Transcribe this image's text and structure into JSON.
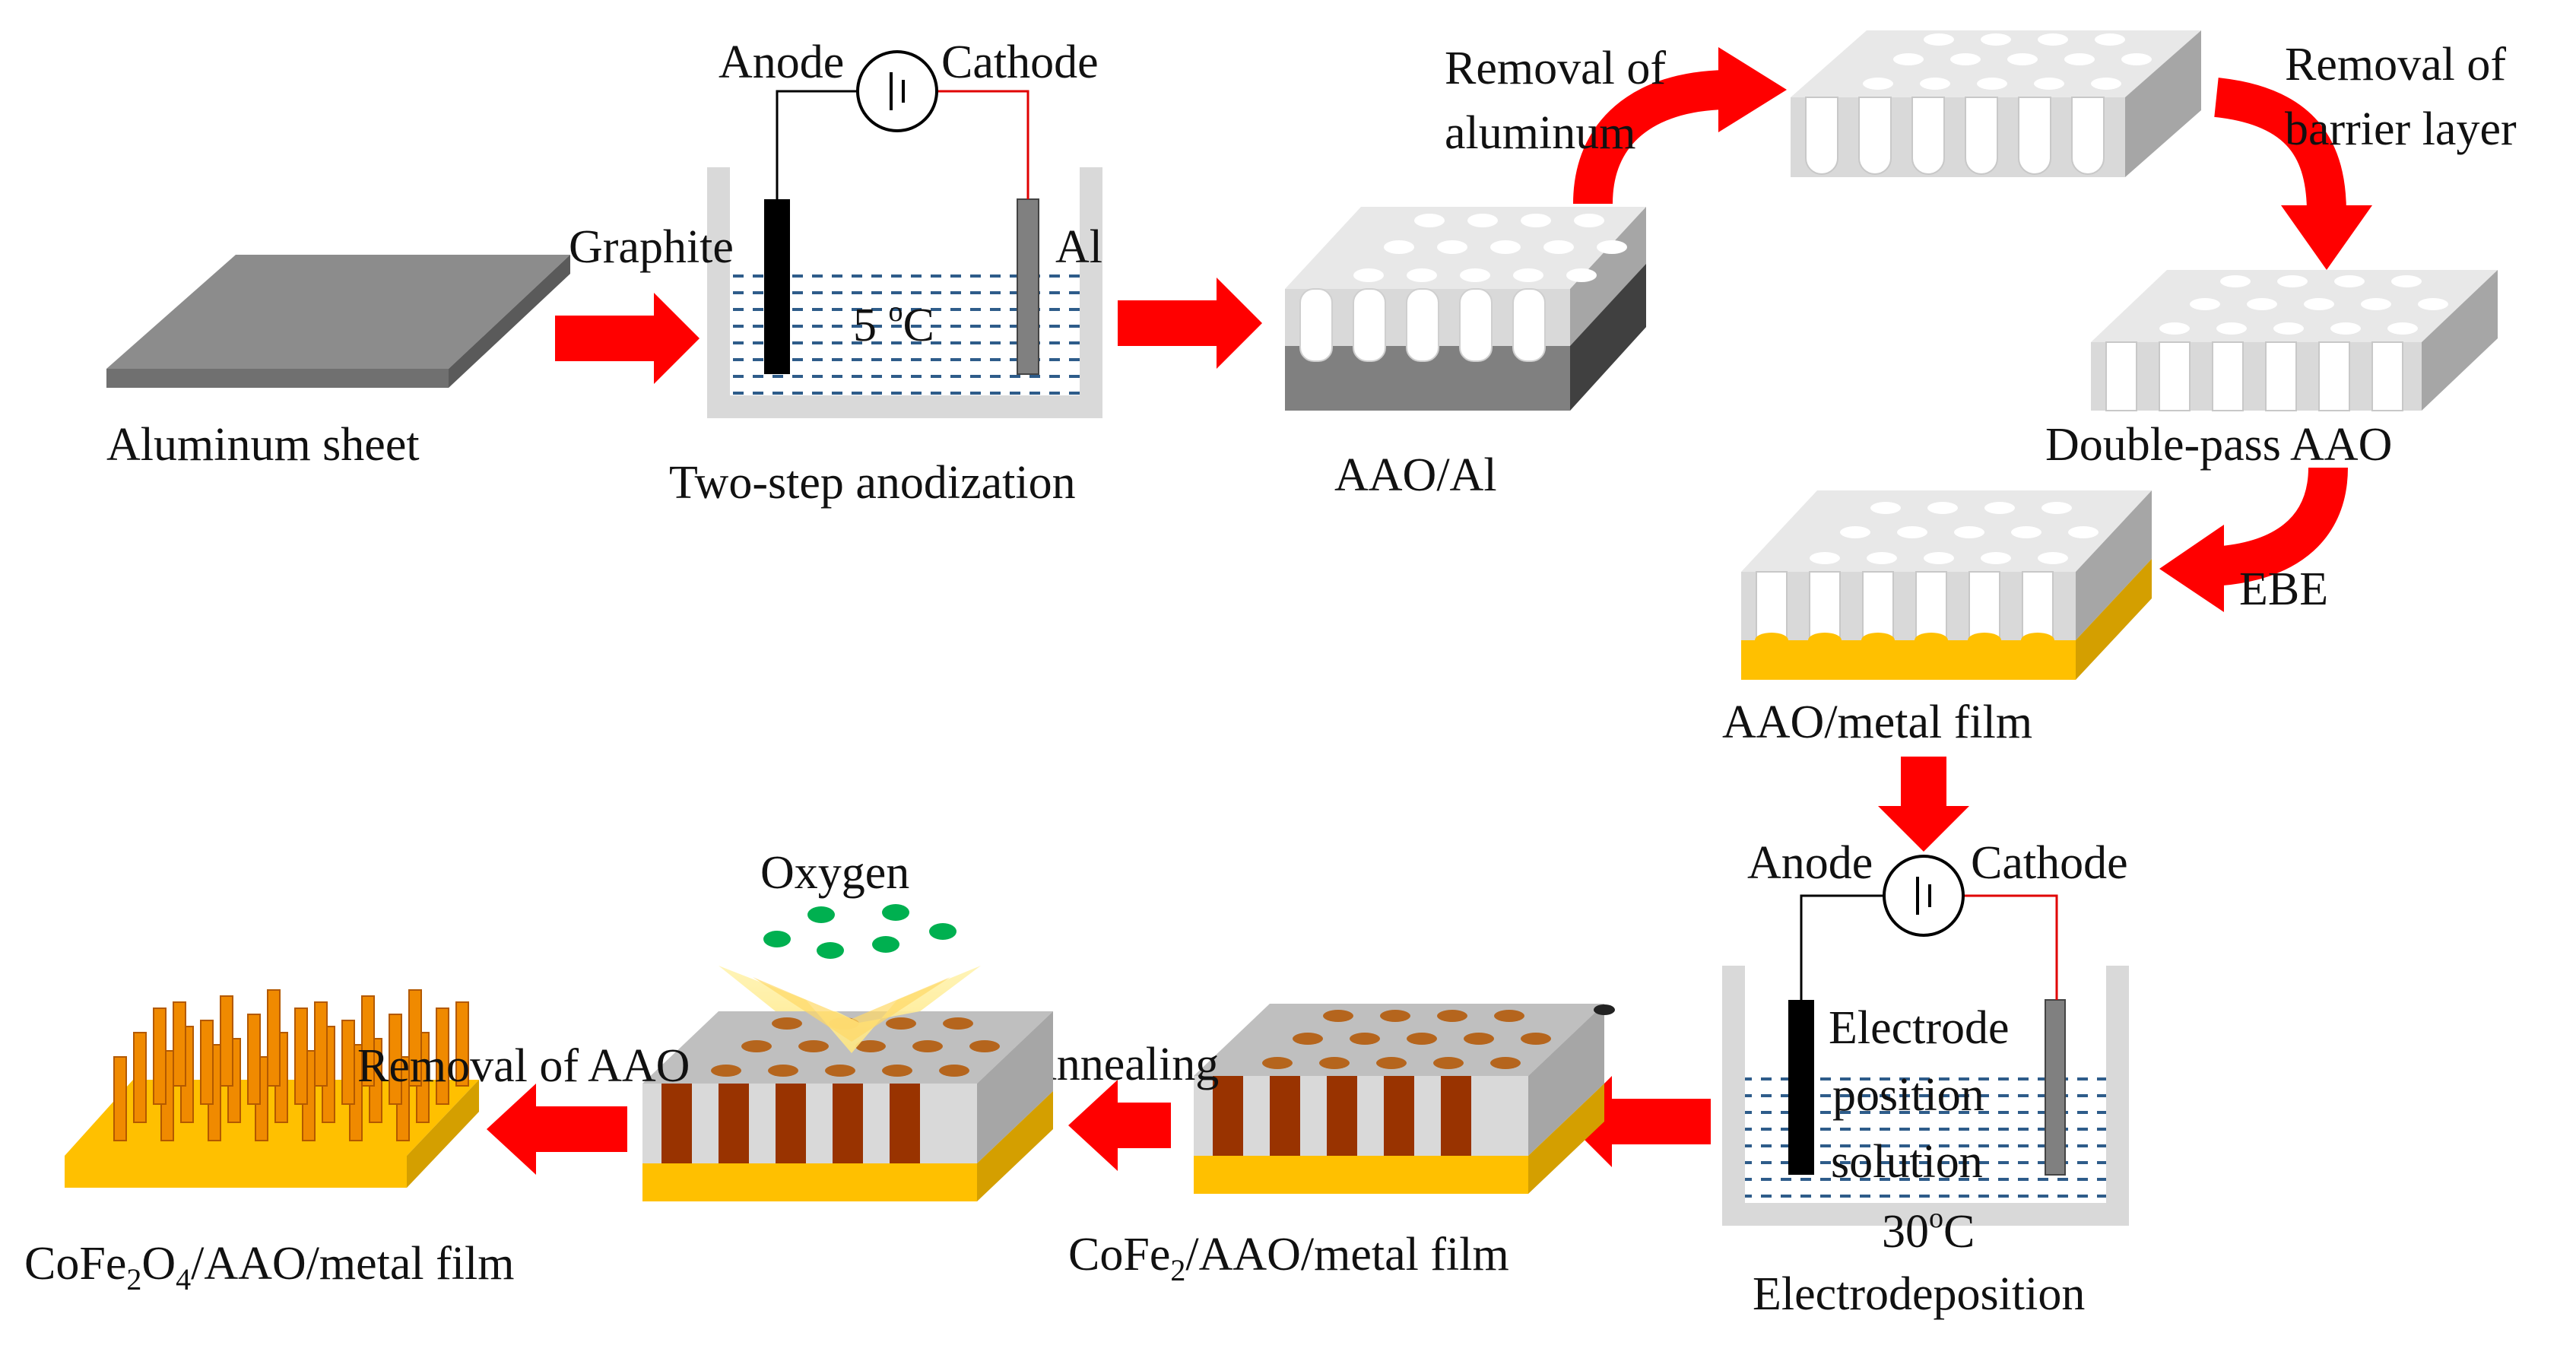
{
  "labels": {
    "aluminum_sheet": "Aluminum sheet",
    "two_step": "Two-step anodization",
    "anode1": "Anode",
    "cathode1": "Cathode",
    "graphite": "Graphite",
    "al": "Al",
    "temp1_num": "5 ",
    "temp1_sup": "o",
    "temp1_unit": "C",
    "aao_al": "AAO/Al",
    "removal_al_1": "Removal of",
    "removal_al_2": "aluminum",
    "removal_bl_1": "Removal of",
    "removal_bl_2": "barrier layer",
    "double_pass": "Double-pass AAO",
    "ebe": "EBE",
    "aao_metal": "AAO/metal film",
    "anode2": "Anode",
    "cathode2": "Cathode",
    "sol_1": "Electrode",
    "sol_2": "position",
    "sol_3": "solution",
    "temp2_num": "30",
    "temp2_sup": "o",
    "temp2_unit": "C",
    "electrodeposition": "Electrodeposition",
    "cofe2_a": "CoFe",
    "cofe2_sub": "2",
    "cofe2_b": "/AAO/metal film",
    "annealing": "Annealing",
    "oxygen": "Oxygen",
    "removal_aao": "Removal of AAO",
    "cofe2o4_a": "CoFe",
    "cofe2o4_sub1": "2",
    "cofe2o4_b": "O",
    "cofe2o4_sub2": "4",
    "cofe2o4_c": "/AAO/metal film"
  },
  "colors": {
    "arrow": "#ff0000",
    "gold": "#ffc000",
    "pillar": "#993300",
    "oxygen": "#00b050",
    "electrolyte": "#2e5c8a"
  }
}
